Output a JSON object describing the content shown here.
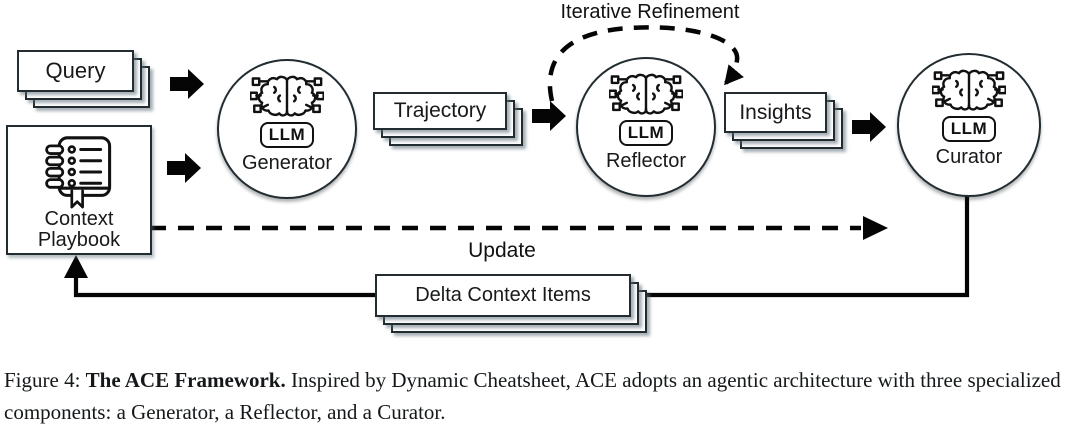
{
  "colors": {
    "ink_border": "#222c31",
    "arrow_black": "#050505",
    "text": "#17191b",
    "background": "#ffffff"
  },
  "icons": {
    "agent_icon": "llm-brain-chip-icon",
    "playbook_icon": "spiral-notebook-icon"
  },
  "diagram": {
    "stacks": {
      "query": {
        "label": "Query"
      },
      "trajectory": {
        "label": "Trajectory"
      },
      "insights": {
        "label": "Insights"
      },
      "delta": {
        "label": "Delta Context Items"
      }
    },
    "playbook": {
      "line1": "Context",
      "line2": "Playbook"
    },
    "agents": {
      "generator": {
        "label": "Generator",
        "badge": "LLM"
      },
      "reflector": {
        "label": "Reflector",
        "badge": "LLM"
      },
      "curator": {
        "label": "Curator",
        "badge": "LLM"
      }
    },
    "annotations": {
      "iterative_refinement": "Iterative Refinement",
      "update": "Update"
    }
  },
  "caption": {
    "figure_label": "Figure 4:",
    "title_bold": "The ACE Framework.",
    "body": "Inspired by Dynamic Cheatsheet, ACE adopts an agentic architecture with three specialized components: a Generator, a Reflector, and a Curator."
  }
}
